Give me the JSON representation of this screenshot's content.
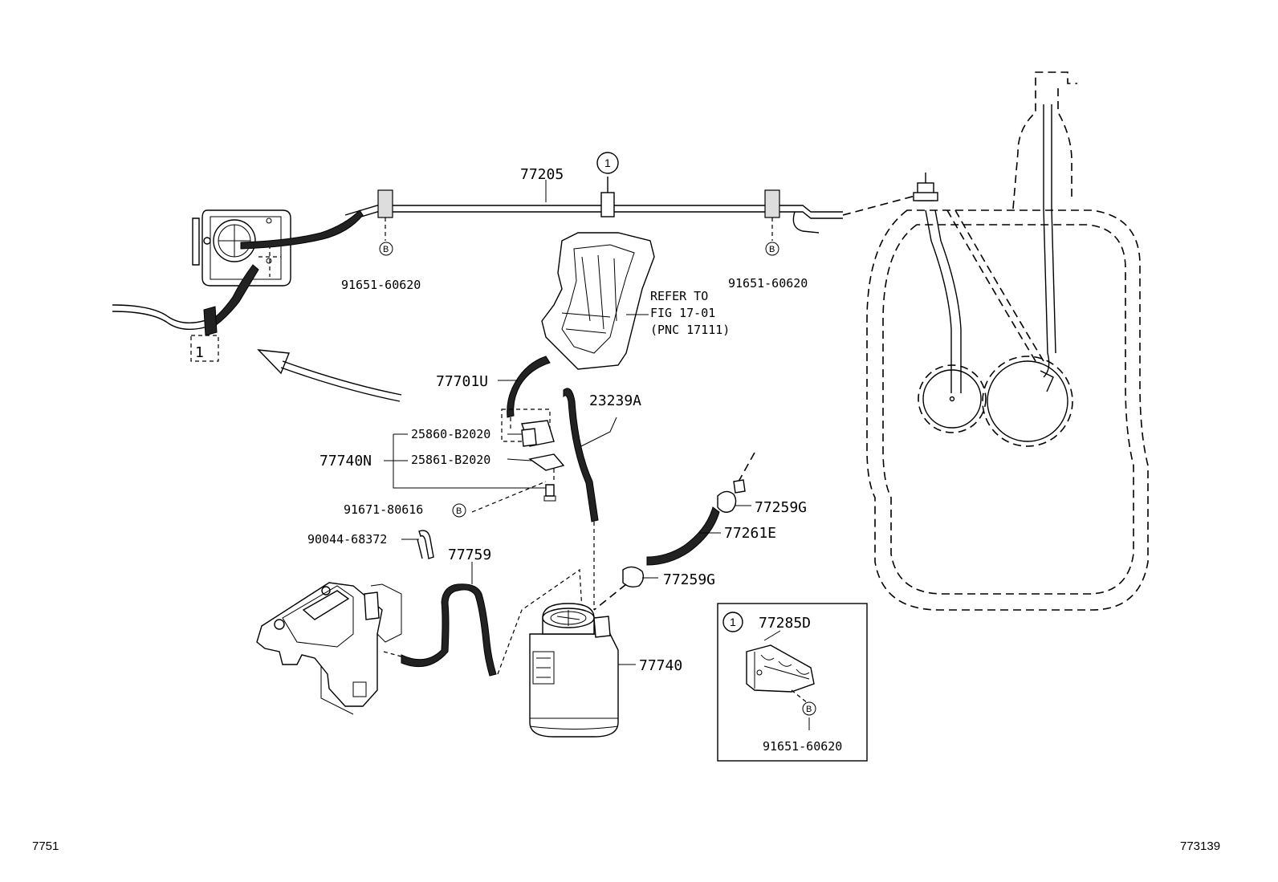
{
  "parts": {
    "p77205": "77205",
    "p91651_left": "91651-60620",
    "p91651_right": "91651-60620",
    "p91651_box": "91651-60620",
    "refer_line1": "REFER TO",
    "refer_line2": "FIG 17-01",
    "refer_line3": "(PNC 17111)",
    "p77701U": "77701U",
    "p23239A": "23239A",
    "p25860": "25860-B2020",
    "p25861": "25861-B2020",
    "p77740N": "77740N",
    "p91671": "91671-80616",
    "p90044": "90044-68372",
    "p77759": "77759",
    "p77259G_top": "77259G",
    "p77261E": "77261E",
    "p77259G_bottom": "77259G",
    "p77740": "77740",
    "p77285D": "77285D"
  },
  "markers": {
    "circle_1": "1",
    "circle_b": "B",
    "dashed_ref": "1"
  },
  "footer": {
    "left_code": "7751",
    "right_code": "773139"
  }
}
